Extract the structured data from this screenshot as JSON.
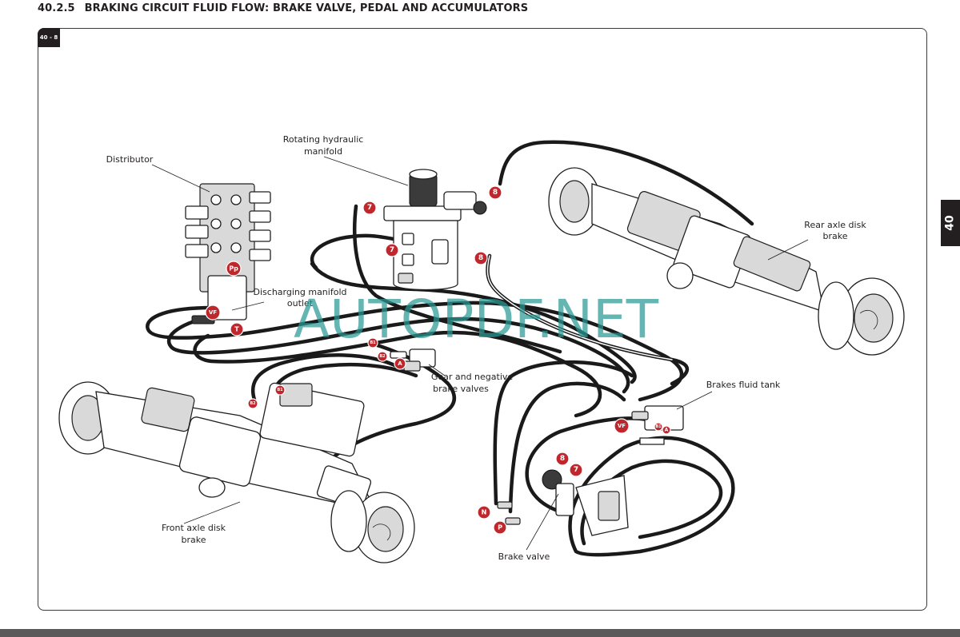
{
  "header": {
    "section_number": "40.2.5",
    "title": "BRAKING CIRCUIT FLUID FLOW: BRAKE VALVE, PEDAL AND ACCUMULATORS"
  },
  "figure": {
    "tag": "40 - 8"
  },
  "side_tab": {
    "label": "40"
  },
  "watermark": "AUTOPDF.NET",
  "labels": {
    "distributor": "Distributor",
    "rotating_manifold_1": "Rotating hydraulic",
    "rotating_manifold_2": "manifold",
    "rear_axle_1": "Rear axle disk",
    "rear_axle_2": "brake",
    "discharging_1": "Discharging manifold",
    "discharging_2": "outlet",
    "gear_valves_1": "Gear and negative",
    "gear_valves_2": "brake valves",
    "brakes_tank": "Brakes fluid tank",
    "front_axle_1": "Front axle disk",
    "front_axle_2": "brake",
    "brake_valve": "Brake valve"
  },
  "callouts": {
    "c7": "7",
    "c8": "8",
    "pp": "Pp",
    "vf": "VF",
    "t": "T",
    "b1": "B1",
    "b2": "B2",
    "a": "A",
    "n": "N",
    "p": "P"
  },
  "colors": {
    "callout": "#c0272d",
    "watermark": "#2a9a96",
    "ink": "#231f20"
  }
}
